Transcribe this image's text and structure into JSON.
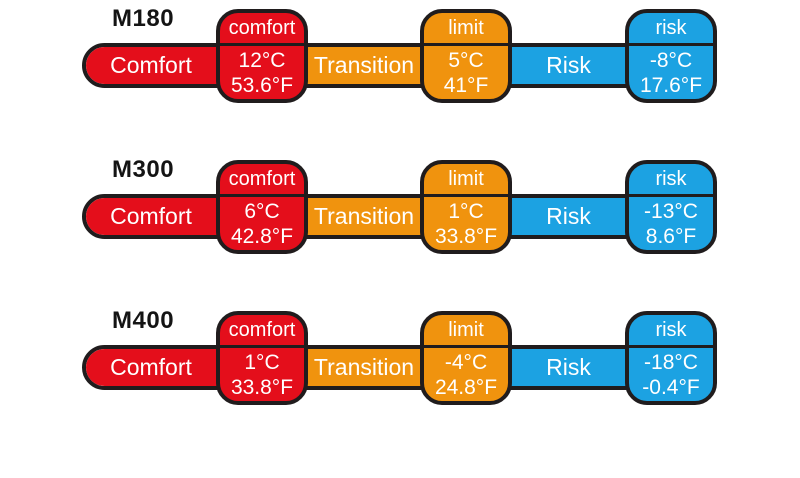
{
  "colors": {
    "red": "#e40e1b",
    "orange": "#f0930e",
    "blue": "#1ca2e2",
    "outline": "#201c1d"
  },
  "rows": [
    {
      "model": "M180",
      "segments": [
        {
          "label": "Comfort"
        },
        {
          "label": "Transition"
        },
        {
          "label": "Risk"
        }
      ],
      "badges": [
        {
          "label": "comfort",
          "celsius": "12°C",
          "fahrenheit": "53.6°F"
        },
        {
          "label": "limit",
          "celsius": "5°C",
          "fahrenheit": "41°F"
        },
        {
          "label": "risk",
          "celsius": "-8°C",
          "fahrenheit": "17.6°F"
        }
      ]
    },
    {
      "model": "M300",
      "segments": [
        {
          "label": "Comfort"
        },
        {
          "label": "Transition"
        },
        {
          "label": "Risk"
        }
      ],
      "badges": [
        {
          "label": "comfort",
          "celsius": "6°C",
          "fahrenheit": "42.8°F"
        },
        {
          "label": "limit",
          "celsius": "1°C",
          "fahrenheit": "33.8°F"
        },
        {
          "label": "risk",
          "celsius": "-13°C",
          "fahrenheit": "8.6°F"
        }
      ]
    },
    {
      "model": "M400",
      "segments": [
        {
          "label": "Comfort"
        },
        {
          "label": "Transition"
        },
        {
          "label": "Risk"
        }
      ],
      "badges": [
        {
          "label": "comfort",
          "celsius": "1°C",
          "fahrenheit": "33.8°F"
        },
        {
          "label": "limit",
          "celsius": "-4°C",
          "fahrenheit": "24.8°F"
        },
        {
          "label": "risk",
          "celsius": "-18°C",
          "fahrenheit": "-0.4°F"
        }
      ]
    }
  ]
}
